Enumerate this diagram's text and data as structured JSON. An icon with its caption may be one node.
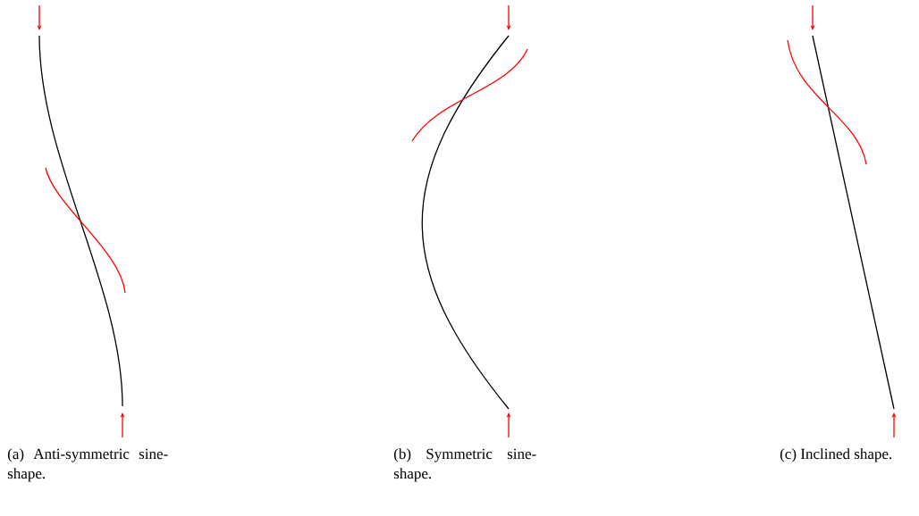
{
  "diagram": {
    "labels": [
      "(a) Anti-symmetric sine-shape.",
      "(b) Symmetric sine-shape.",
      "(c) Inclined shape."
    ]
  }
}
